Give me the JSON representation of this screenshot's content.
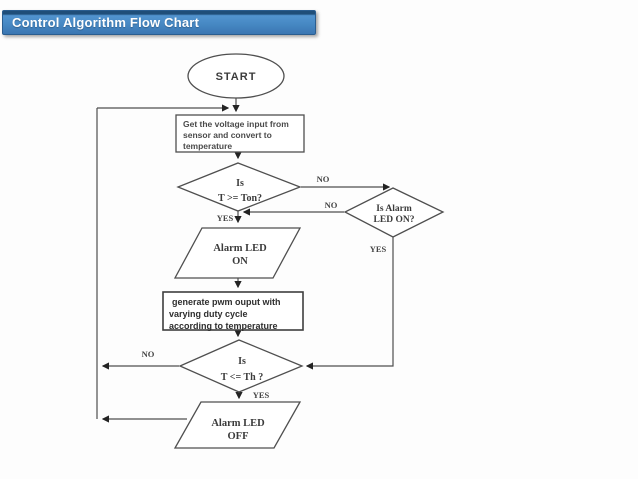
{
  "theme": {
    "page-bg": "#fdfdfd",
    "title-grad-strip": "#1f4e79",
    "title-grad-top": "#5294cf",
    "title-grad-mid": "#4789c4",
    "title-grad-bot": "#3a76b2",
    "title-border": "#2a5d8f",
    "title-text": "#ffffff",
    "line": "#4f4f4f",
    "ink": "#3b3b3b"
  },
  "title_bar": {
    "text": "Control Algorithm Flow Chart"
  },
  "flowchart": {
    "nodes": {
      "start": {
        "label": "START"
      },
      "process1": {
        "lines": [
          "Get the voltage input from",
          "sensor and convert to",
          "temperature"
        ]
      },
      "decision1": {
        "line1": "Is",
        "line2": "T >= Ton?"
      },
      "decision_alarm": {
        "line1": "Is Alarm",
        "line2": "LED ON?"
      },
      "io_alarm_on": {
        "line1": "Alarm LED",
        "line2": "ON"
      },
      "process2": {
        "lines": [
          "generate pwm ouput with",
          "varying duty cycle",
          "according to temperature"
        ]
      },
      "decision2": {
        "line1": "Is",
        "line2": "T <= Th ?"
      },
      "io_alarm_off": {
        "line1": "Alarm LED",
        "line2": "OFF"
      }
    },
    "edge_labels": {
      "decision1_no": "NO",
      "decision1_yes": "YES",
      "alarm_no": "NO",
      "alarm_yes": "YES",
      "decision2_no": "NO",
      "decision2_yes": "YES"
    }
  }
}
